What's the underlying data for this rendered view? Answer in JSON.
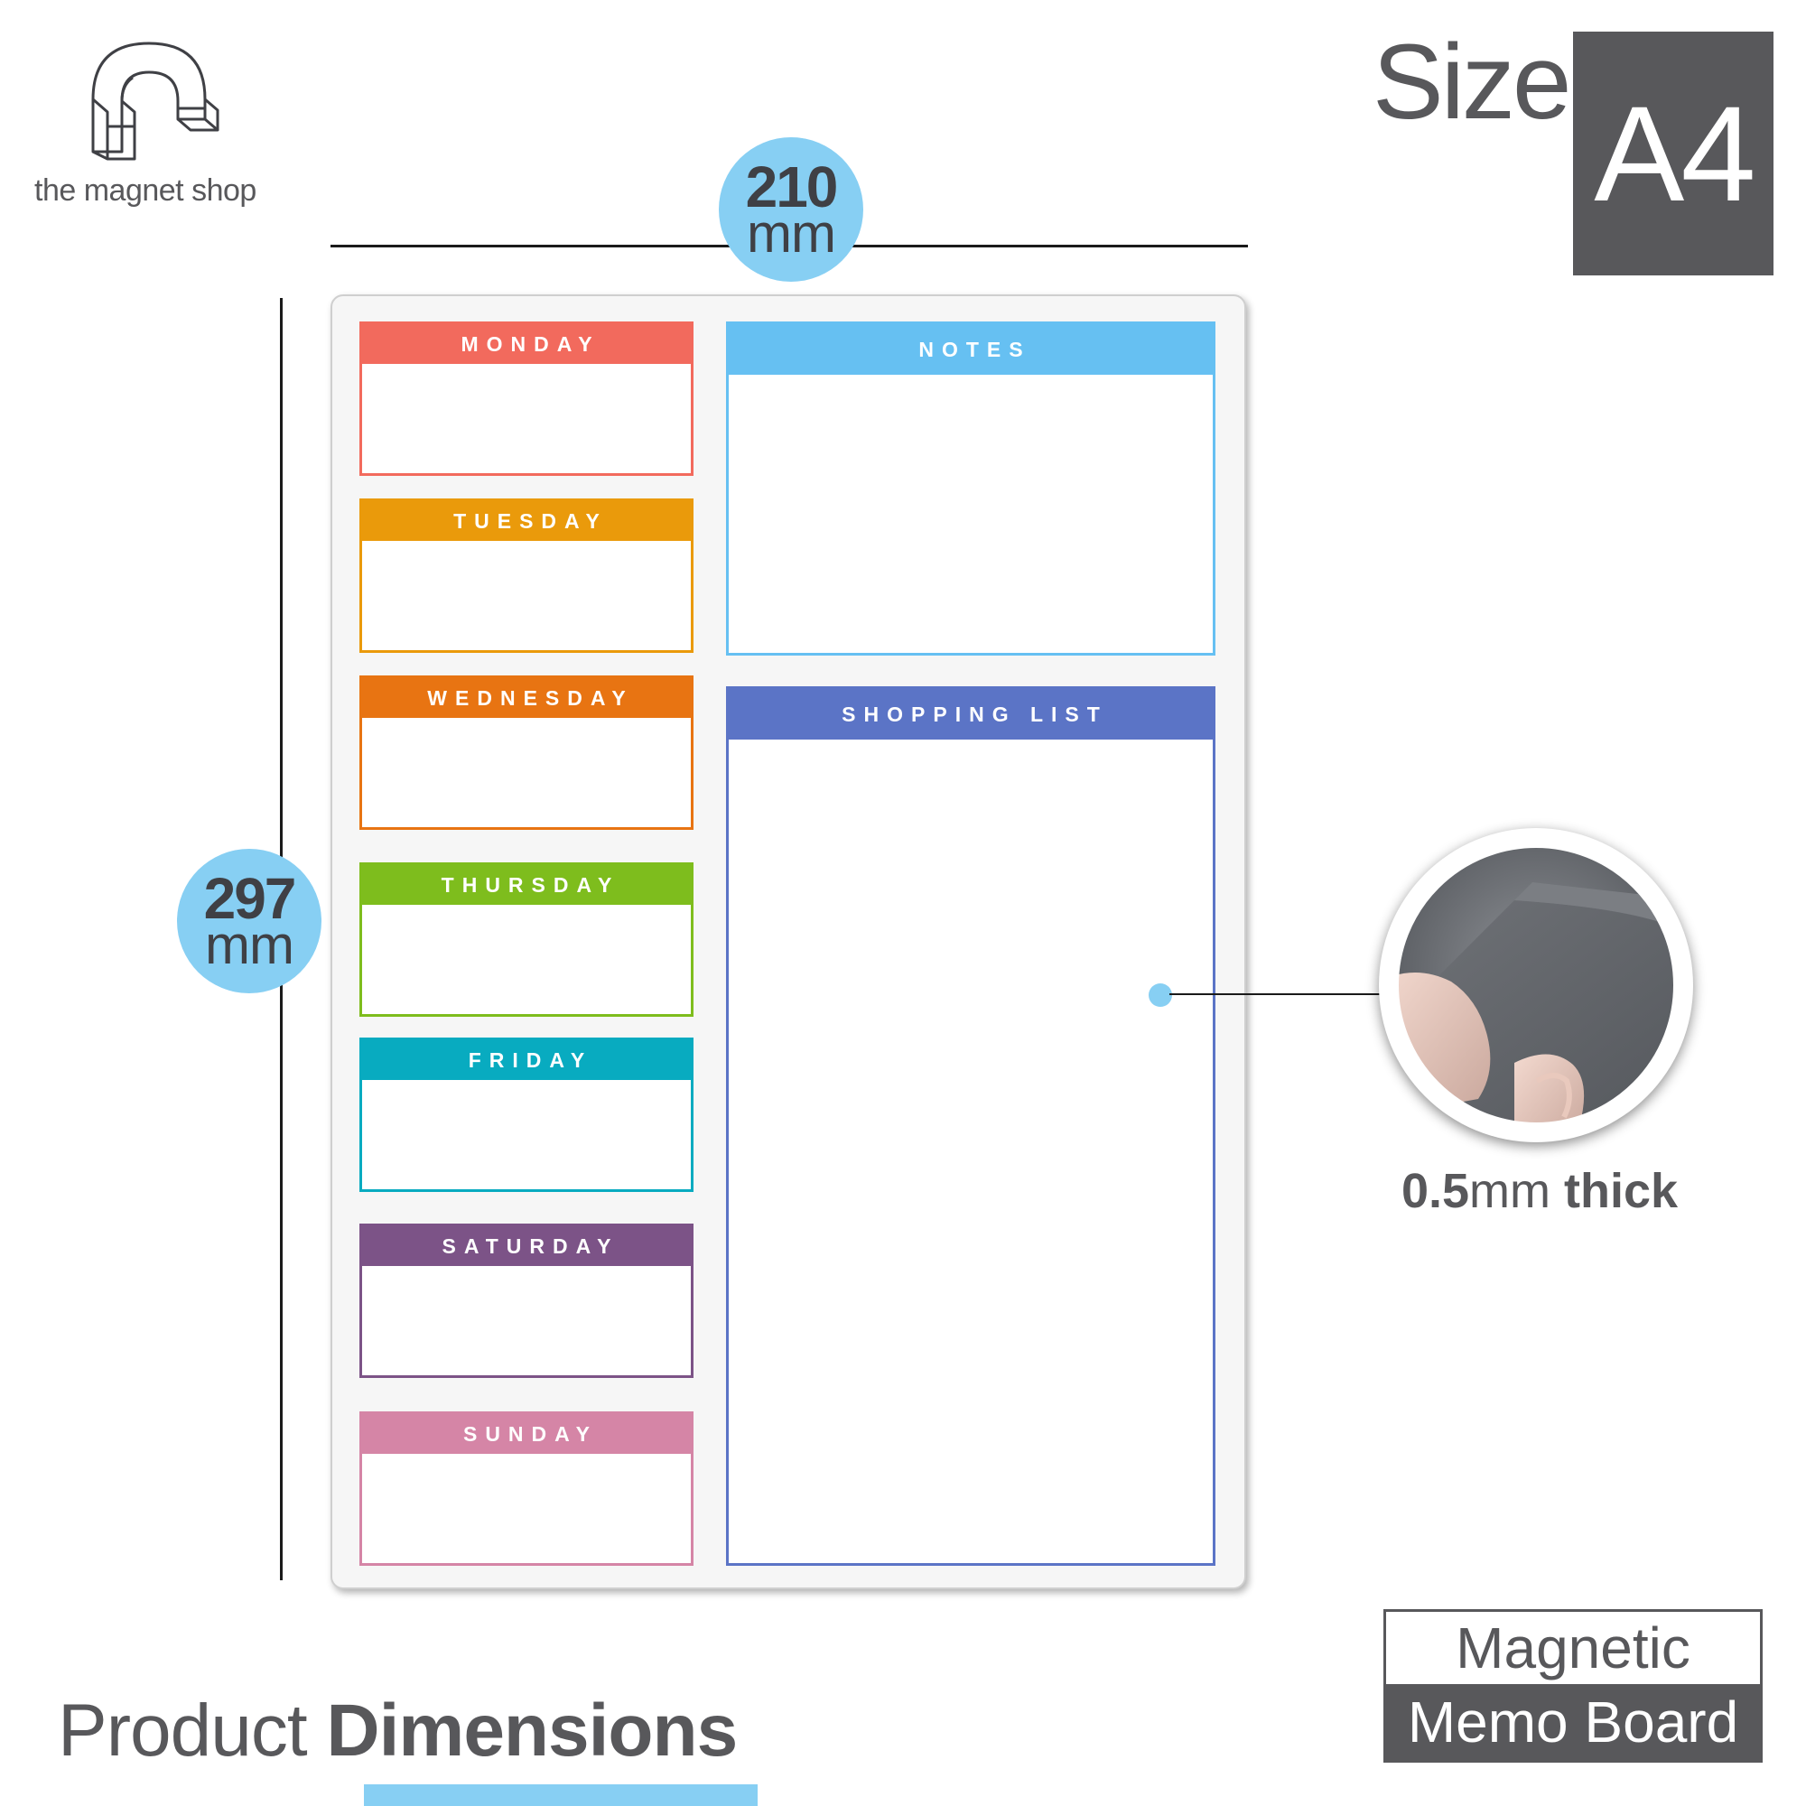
{
  "brand": {
    "name": "the magnet shop",
    "mark": "horseshoe-magnet-icon"
  },
  "size": {
    "label": "Size",
    "value": "A4"
  },
  "dimensions": {
    "width": {
      "value": "210",
      "unit": "mm"
    },
    "height": {
      "value": "297",
      "unit": "mm"
    }
  },
  "board": {
    "days": [
      {
        "label": "MONDAY",
        "color": "#f26a5d"
      },
      {
        "label": "TUESDAY",
        "color": "#ea9a0b"
      },
      {
        "label": "WEDNESDAY",
        "color": "#e87412"
      },
      {
        "label": "THURSDAY",
        "color": "#7ebd1d"
      },
      {
        "label": "FRIDAY",
        "color": "#08abc0"
      },
      {
        "label": "SATURDAY",
        "color": "#7c5387"
      },
      {
        "label": "SUNDAY",
        "color": "#d585a6"
      }
    ],
    "notes": {
      "label": "NOTES",
      "color": "#66c0f2"
    },
    "shopping": {
      "label": "SHOPPING LIST",
      "color": "#5b74c6"
    }
  },
  "thickness": {
    "value": "0.5",
    "unit": "mm",
    "word": "thick"
  },
  "footer": {
    "title_light": "Product",
    "title_bold": "Dimensions",
    "badge_top": "Magnetic",
    "badge_bottom": "Memo Board"
  },
  "colors": {
    "accent": "#87cff3",
    "text": "#58585b"
  }
}
